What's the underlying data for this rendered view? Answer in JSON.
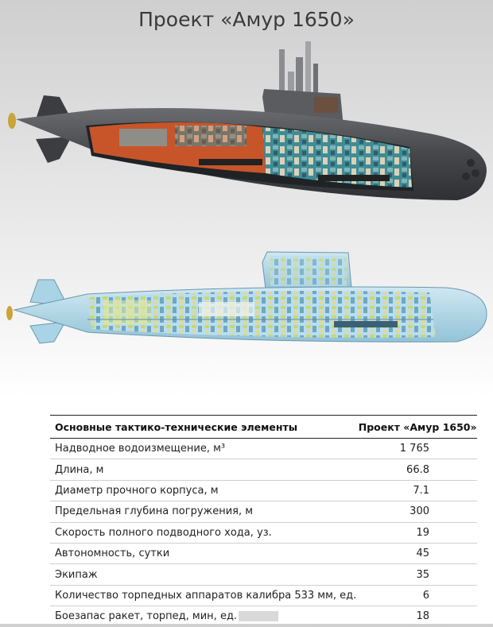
{
  "page": {
    "title": "Проект «Амур 1650»"
  },
  "table": {
    "header_param": "Основные тактико-технические элементы",
    "header_value": "Проект «Амур 1650»",
    "rows": [
      {
        "param": "Надводное водоизмещение, м³",
        "value": "1 765"
      },
      {
        "param": "Длина, м",
        "value": "66.8"
      },
      {
        "param": "Диаметр прочного корпуса, м",
        "value": "7.1"
      },
      {
        "param": "Предельная глубина погружения, м",
        "value": "300"
      },
      {
        "param": "Скорость полного подводного хода, уз.",
        "value": "19"
      },
      {
        "param": "Автономность, сутки",
        "value": "45"
      },
      {
        "param": "Экипаж",
        "value": "35"
      },
      {
        "param": "Количество торпедных аппаратов калибра 533 мм, ед.",
        "value": "6"
      },
      {
        "param": "Боезапас ракет, торпед, мин, ед.",
        "value": "18"
      }
    ]
  },
  "colors": {
    "hull_dark": "#4a4c50",
    "cutaway_orange": "#c8552a",
    "cutaway_teal": "#3d8a94",
    "blueprint_light": "#a9d4e6",
    "blueprint_green": "#b7cf6a"
  }
}
